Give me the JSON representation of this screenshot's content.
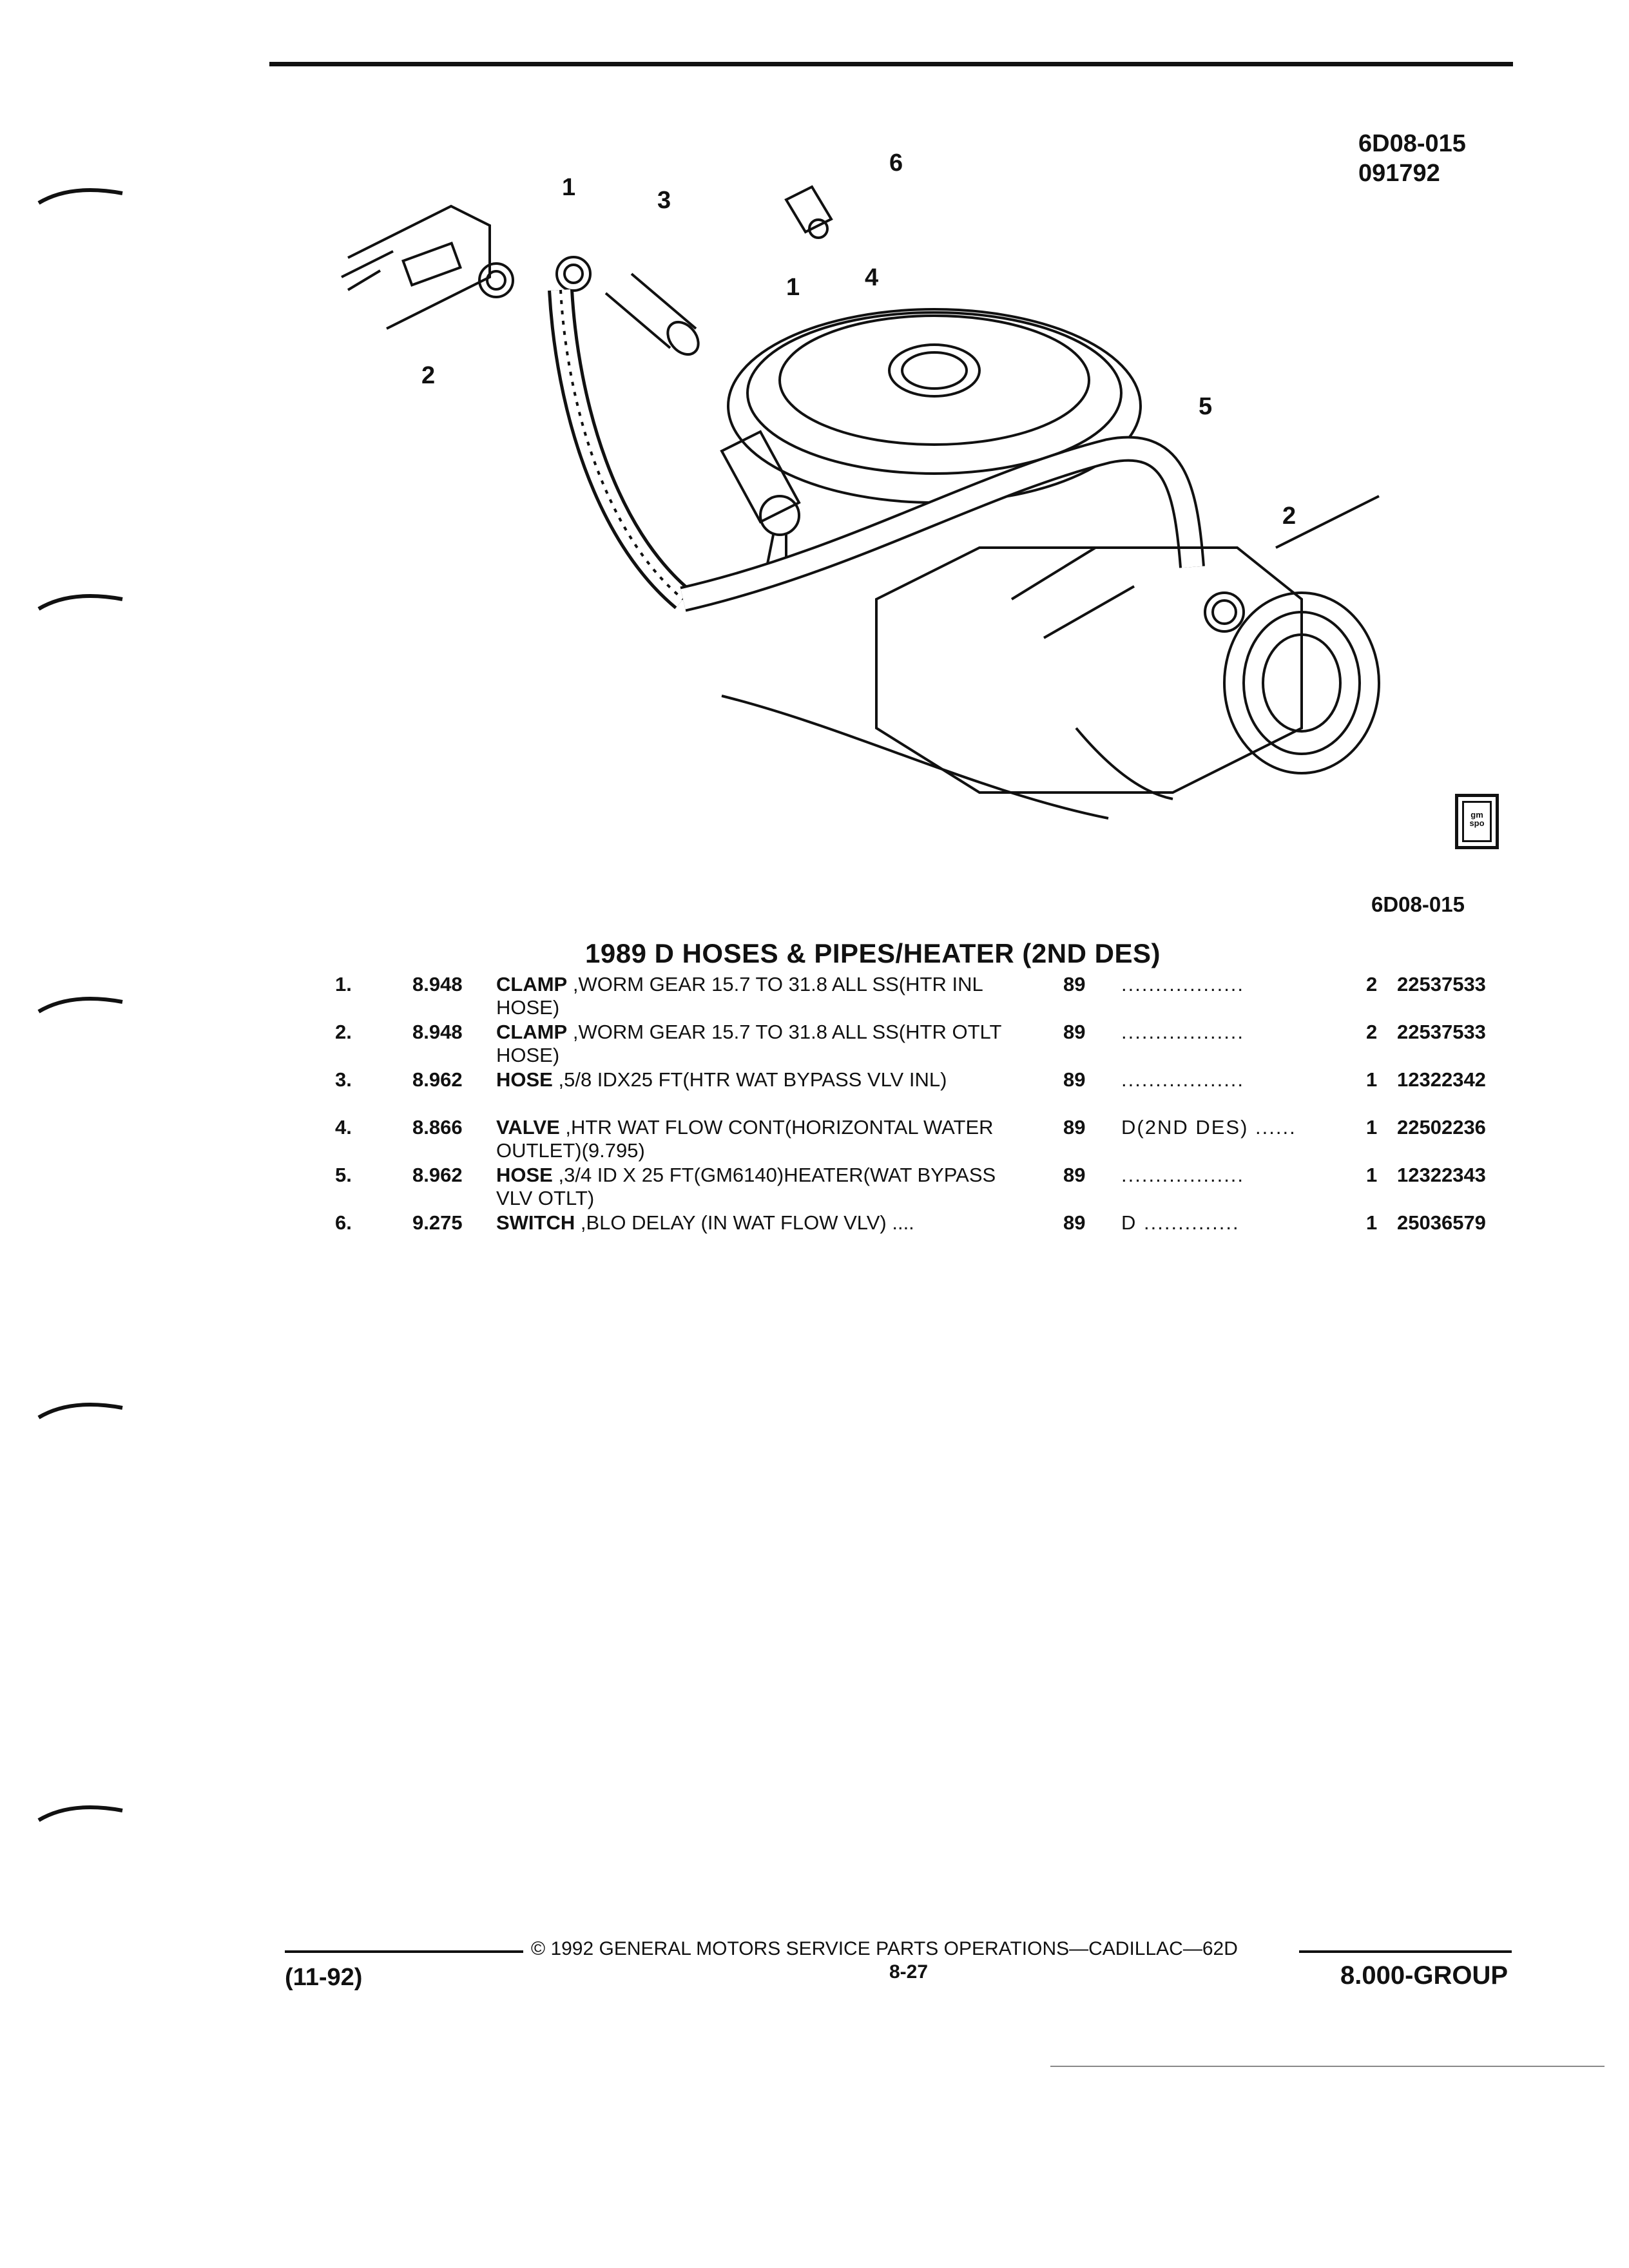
{
  "header": {
    "figure_id": "6D08-015",
    "date_code": "091792"
  },
  "diagram": {
    "callouts": [
      "1",
      "3",
      "6",
      "1",
      "4",
      "2",
      "5",
      "2"
    ],
    "logo_text": "gm spo",
    "reference_id": "6D08-015"
  },
  "section": {
    "title": "1989 D HOSES & PIPES/HEATER (2ND DES)"
  },
  "parts": [
    {
      "num": "1.",
      "group": "8.948",
      "name": "CLAMP",
      "desc": " ,WORM GEAR 15.7 TO 31.8 ALL SS(HTR INL HOSE)",
      "year": "89",
      "note": "..................",
      "qty": "2",
      "part_no": "22537533"
    },
    {
      "num": "2.",
      "group": "8.948",
      "name": "CLAMP",
      "desc": " ,WORM GEAR 15.7 TO 31.8 ALL SS(HTR OTLT HOSE)",
      "year": "89",
      "note": "..................",
      "qty": "2",
      "part_no": "22537533"
    },
    {
      "num": "3.",
      "group": "8.962",
      "name": "HOSE",
      "desc": " ,5/8 IDX25 FT(HTR WAT BYPASS VLV INL)",
      "year": "89",
      "note": "..................",
      "qty": "1",
      "part_no": "12322342"
    },
    {
      "num": "4.",
      "group": "8.866",
      "name": "VALVE",
      "desc": " ,HTR WAT FLOW CONT(HORIZONTAL WATER OUTLET)(9.795)",
      "year": "89",
      "note": "D(2ND DES) ......",
      "qty": "1",
      "part_no": "22502236"
    },
    {
      "num": "5.",
      "group": "8.962",
      "name": "HOSE",
      "desc": " ,3/4 ID X 25 FT(GM6140)HEATER(WAT BYPASS VLV OTLT)",
      "year": "89",
      "note": "..................",
      "qty": "1",
      "part_no": "12322343"
    },
    {
      "num": "6.",
      "group": "9.275",
      "name": "SWITCH",
      "desc": " ,BLO DELAY (IN WAT FLOW VLV) ....",
      "year": "89",
      "note": "D ..............",
      "qty": "1",
      "part_no": "25036579"
    }
  ],
  "footer": {
    "copyright": "© 1992 GENERAL MOTORS SERVICE PARTS OPERATIONS—CADILLAC—62D",
    "date": "(11-92)",
    "page": "8-27",
    "group": "8.000-GROUP"
  }
}
